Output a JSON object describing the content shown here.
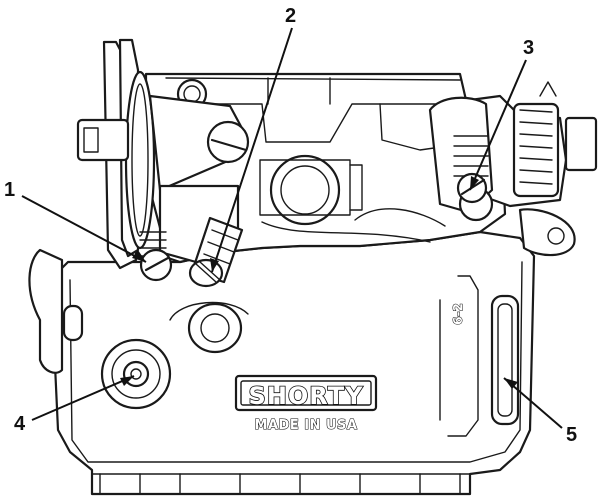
{
  "diagram": {
    "brand_text": "SHORTY",
    "origin_text": "MADE IN USA",
    "casting_mark": "6-2",
    "callouts": [
      {
        "number": "1"
      },
      {
        "number": "2"
      },
      {
        "number": "3"
      },
      {
        "number": "4"
      },
      {
        "number": "5"
      }
    ]
  },
  "colors": {
    "line": "#1a1a1a",
    "fill": "#ffffff"
  }
}
